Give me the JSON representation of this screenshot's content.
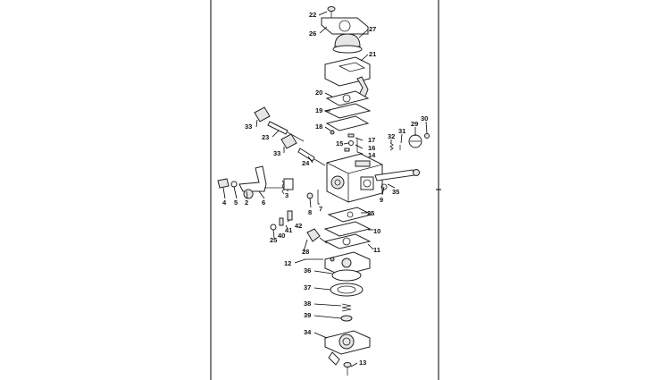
{
  "callouts": {
    "c22": "22",
    "c26": "26",
    "c27": "27",
    "c21": "21",
    "c20": "20",
    "c19": "19",
    "c18": "18",
    "c17": "17",
    "c16": "16",
    "c15": "15",
    "c14": "14",
    "c33a": "33",
    "c23": "23",
    "c33b": "33",
    "c24": "24",
    "c32": "32",
    "c31": "31",
    "c29": "29",
    "c30": "30",
    "c4": "4",
    "c5": "5",
    "c2": "2",
    "c6": "6",
    "c3": "3",
    "c8": "8",
    "c7": "7",
    "c9": "9",
    "c35": "35",
    "c25a": "25",
    "c41": "41",
    "c42": "42",
    "c40": "40",
    "c25b": "25",
    "c10": "10",
    "c11": "11",
    "c28": "28",
    "c12": "12",
    "c36": "36",
    "c37": "37",
    "c38": "38",
    "c39": "39",
    "c34": "34",
    "c13": "13"
  }
}
